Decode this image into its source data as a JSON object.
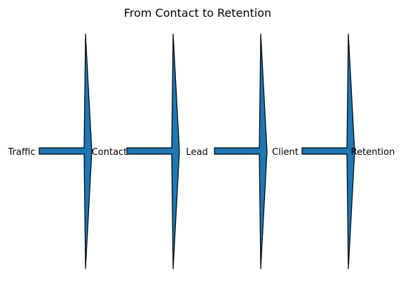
{
  "diagram": {
    "title": "From Contact to Retention",
    "arrow_color": "#1f77b4",
    "outline_color": "#000000",
    "stages": [
      "Traffic",
      "Contact",
      "Lead",
      "Client",
      "Retention"
    ]
  }
}
